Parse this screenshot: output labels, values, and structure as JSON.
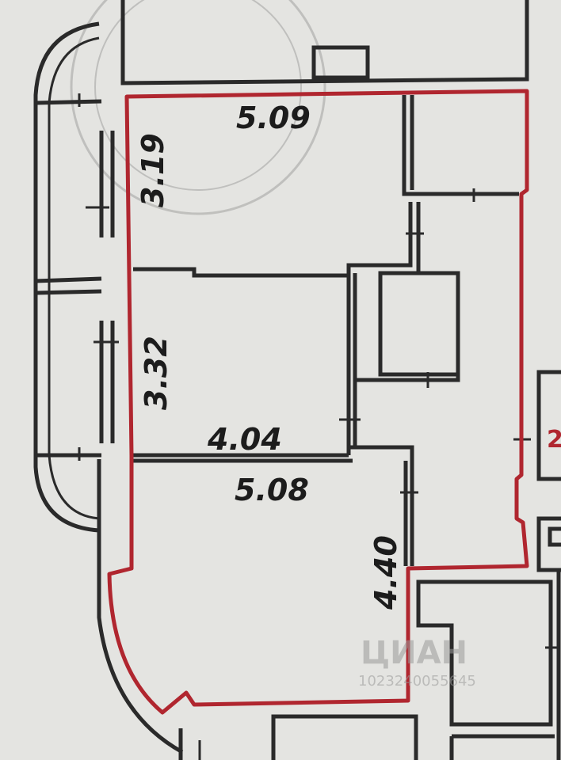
{
  "plan": {
    "outline_color": "#b0262f",
    "wall_color": "#2a2a2a",
    "paper_color": "#e4e4e1"
  },
  "dimensions": {
    "top_room_width": "5.09",
    "top_room_depth": "3.19",
    "middle_room_depth": "3.32",
    "middle_room_width": "4.04",
    "bottom_room_width": "5.08",
    "bottom_room_depth": "4.40"
  },
  "side_label": "2",
  "watermark": {
    "brand": "ЦИАН",
    "id": "1023240055645"
  }
}
